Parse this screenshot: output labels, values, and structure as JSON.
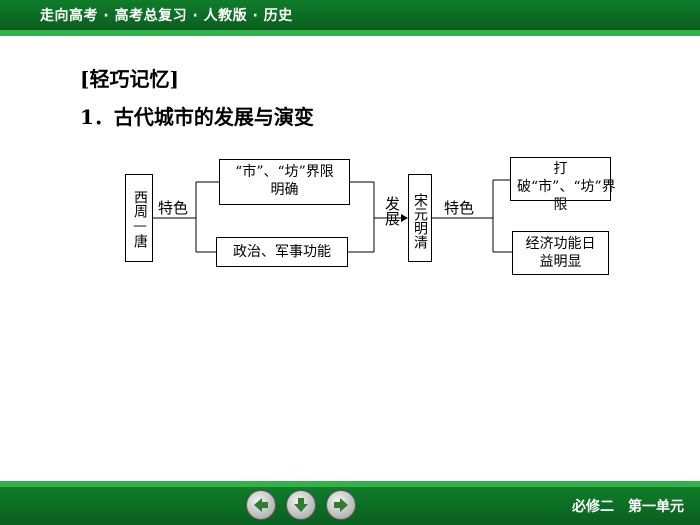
{
  "header": {
    "title": "走向高考 · 高考总复习 · 人教版 · 历史"
  },
  "content": {
    "heading": "[轻巧记忆]",
    "subheading": "1．古代城市的发展与演变"
  },
  "diagram": {
    "period_left": "西周—唐",
    "feature_label_left": "特色",
    "left_feature_1": "“市”、“坊”界限明确",
    "left_feature_2": "政治、军事功能",
    "arrow_label": "发展",
    "period_right": "宋元明清",
    "feature_label_right": "特色",
    "right_feature_1": "打破“市”、“坊”界限",
    "right_feature_2": "经济功能日益明显"
  },
  "footer": {
    "label": "必修二　第一单元"
  },
  "nav": {
    "prev_icon": "arrow-left-icon",
    "down_icon": "arrow-down-icon",
    "next_icon": "arrow-right-icon"
  }
}
